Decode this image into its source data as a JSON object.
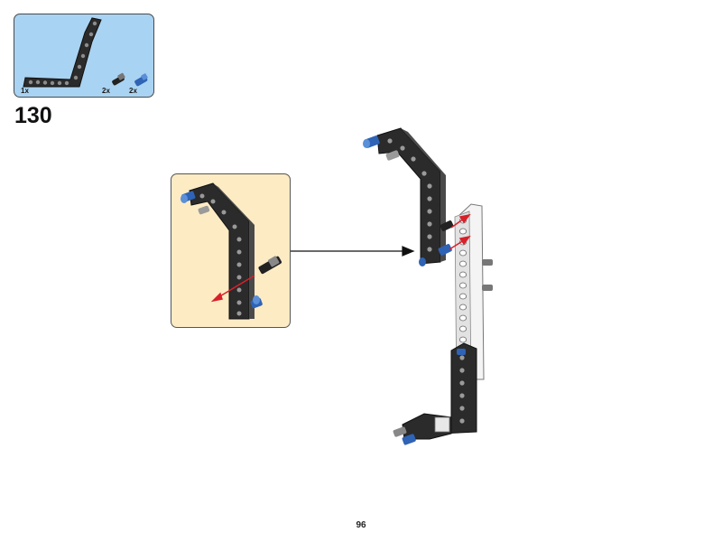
{
  "parts_list": {
    "items": [
      {
        "name": "bent-liftarm",
        "quantity": "1x",
        "color": "#2b2b2b"
      },
      {
        "name": "black-axle-pin",
        "quantity": "2x",
        "color": "#222222"
      },
      {
        "name": "blue-axle-pin",
        "quantity": "2x",
        "color": "#2e63b5"
      }
    ]
  },
  "step": {
    "number": "130"
  },
  "page": {
    "number": "96"
  },
  "colors": {
    "parts_box_bg": "#a9d3f2",
    "callout_bg": "#fdebc4",
    "beam_black": "#2b2b2b",
    "pin_blue": "#2e63b5",
    "arrow_red": "#d8202a"
  }
}
